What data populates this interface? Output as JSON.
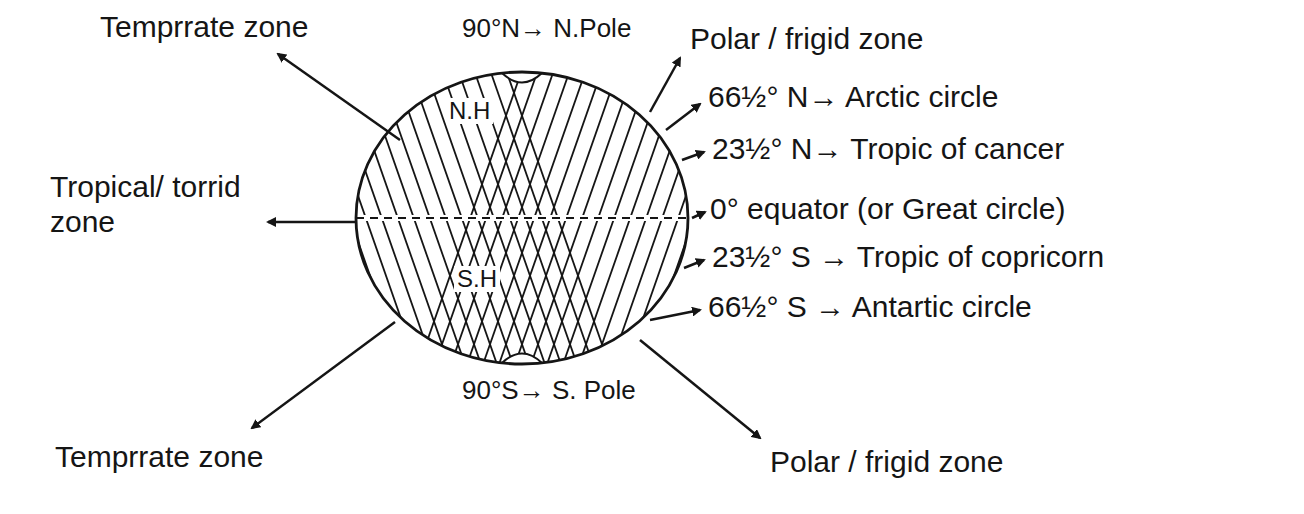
{
  "diagram": {
    "nodes": [
      {
        "text": [
          "N.H",
          "S.H"
        ]
      }
    ],
    "labels": [
      "Temprrate zone",
      "90°N→ N.Pole",
      "Polar / frigid zone",
      "66½° N→ Arctic circle",
      "23½° N→ Tropic of cancer",
      "0° equator (or Great circle)",
      "Tropical/ torrid zone",
      "23½° S → Tropic of copricorn",
      "66½° S → Antartic circle",
      "90°S→ S. Pole",
      "Temprrate zone",
      "Polar / frigid zone"
    ]
  }
}
